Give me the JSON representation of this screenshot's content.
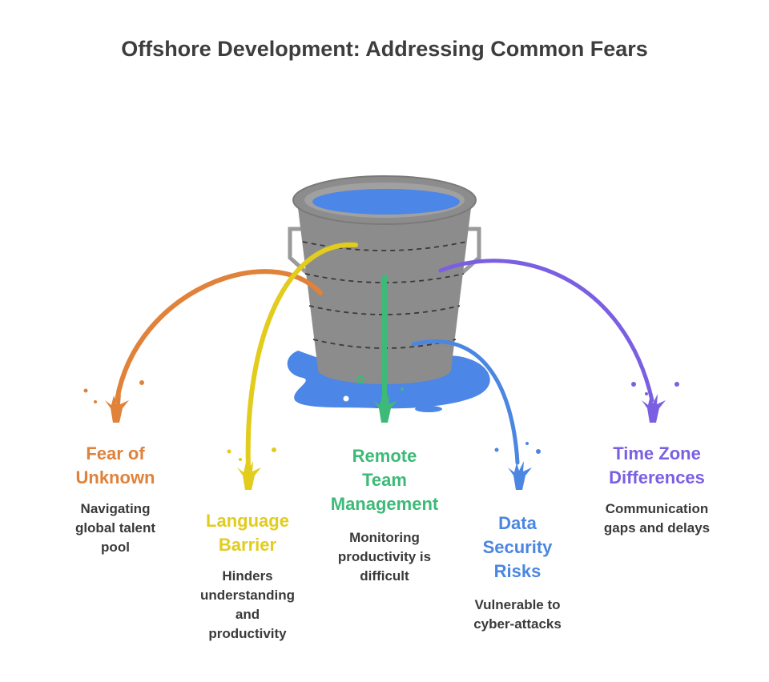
{
  "title": "Offshore Development: Addressing Common Fears",
  "colors": {
    "orange": "#E0823A",
    "yellow": "#E2CC1C",
    "green": "#3DBA78",
    "blue": "#4A86E2",
    "purple": "#7B5FE3",
    "bucket": "#8C8C8C",
    "water": "#4C86E6"
  },
  "fears": [
    {
      "key": "fear-of-unknown",
      "color": "orange",
      "heading": [
        "Fear of",
        "Unknown"
      ],
      "description": [
        "Navigating",
        "global talent",
        "pool"
      ]
    },
    {
      "key": "language-barrier",
      "color": "yellow",
      "heading": [
        "Language",
        "Barrier"
      ],
      "description": [
        "Hinders",
        "understanding",
        "and",
        "productivity"
      ]
    },
    {
      "key": "remote-team-management",
      "color": "green",
      "heading": [
        "Remote",
        "Team",
        "Management"
      ],
      "description": [
        "Monitoring",
        "productivity is",
        "difficult"
      ]
    },
    {
      "key": "data-security-risks",
      "color": "blue",
      "heading": [
        "Data",
        "Security",
        "Risks"
      ],
      "description": [
        "Vulnerable to",
        "cyber-attacks"
      ]
    },
    {
      "key": "time-zone-differences",
      "color": "purple",
      "heading": [
        "Time Zone",
        "Differences"
      ],
      "description": [
        "Communication",
        "gaps and delays"
      ]
    }
  ]
}
